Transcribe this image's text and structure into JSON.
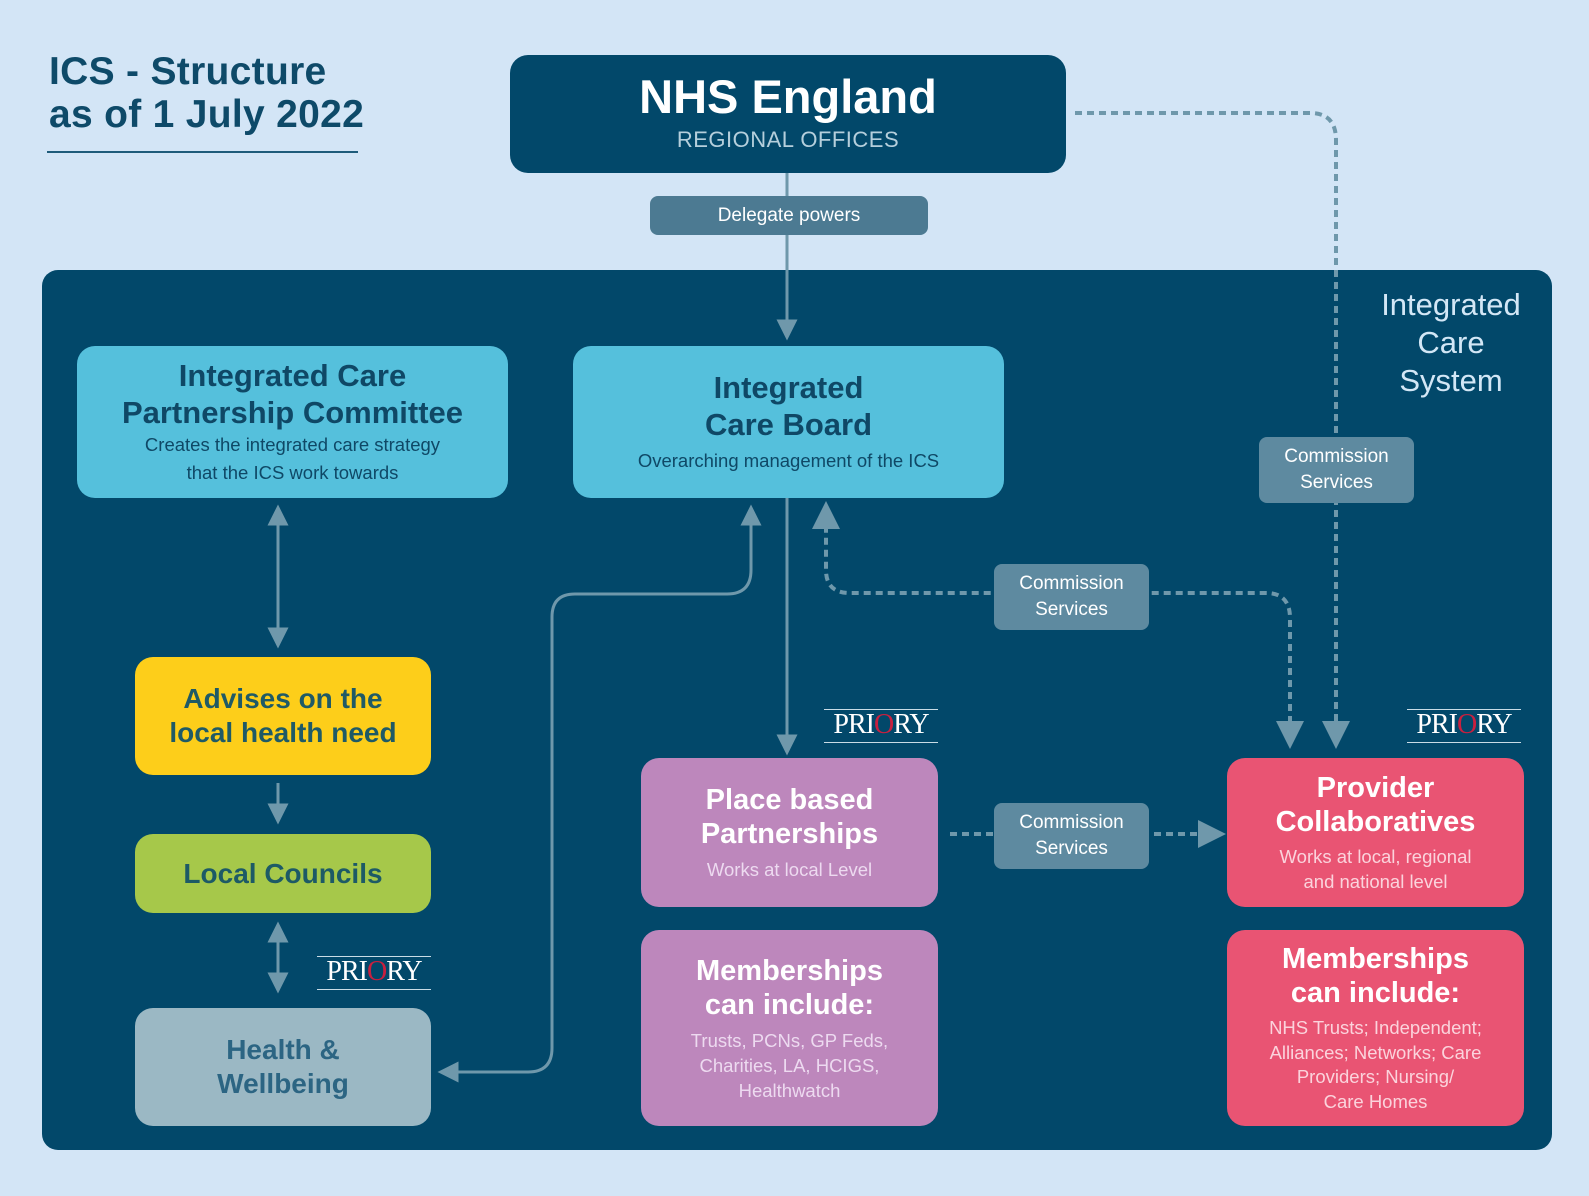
{
  "title": {
    "line1": "ICS - Structure",
    "line2": "as of 1 July 2022"
  },
  "nhs_england": {
    "title": "NHS England",
    "subtitle": "REGIONAL OFFICES"
  },
  "delegate_label": "Delegate powers",
  "ics_label": {
    "line1": "Integrated",
    "line2": "Care",
    "line3": "System"
  },
  "icp": {
    "title_line1": "Integrated Care",
    "title_line2": "Partnership Committee",
    "desc_line1": "Creates the integrated care strategy",
    "desc_line2": "that the ICS work towards"
  },
  "icb": {
    "title_line1": "Integrated",
    "title_line2": "Care Board",
    "desc": "Overarching management of the ICS"
  },
  "advises": {
    "line1": "Advises on the",
    "line2": "local health need"
  },
  "local_councils": "Local Councils",
  "health_wellbeing": {
    "line1": "Health &",
    "line2": "Wellbeing"
  },
  "commission": {
    "line1": "Commission",
    "line2": "Services"
  },
  "place_based": {
    "title_line1": "Place based",
    "title_line2": "Partnerships",
    "desc": "Works at local Level"
  },
  "place_memberships": {
    "title_line1": "Memberships",
    "title_line2": "can include:",
    "desc_line1": "Trusts, PCNs, GP Feds,",
    "desc_line2": "Charities, LA, HCIGS,",
    "desc_line3": "Healthwatch"
  },
  "provider": {
    "title_line1": "Provider",
    "title_line2": "Collaboratives",
    "desc_line1": "Works at local, regional",
    "desc_line2": "and national level"
  },
  "provider_memberships": {
    "title_line1": "Memberships",
    "title_line2": "can include:",
    "desc_line1": "NHS Trusts; Independent;",
    "desc_line2": "Alliances; Networks; Care",
    "desc_line3": "Providers; Nursing/",
    "desc_line4": "Care Homes"
  },
  "logo": {
    "part1": "PRI",
    "part2": "O",
    "part3": "RY"
  },
  "colors": {
    "background": "#d3e5f6",
    "navy": "#02486a",
    "cyan": "#55c0dc",
    "yellow": "#fdce1a",
    "green": "#a6c84a",
    "grey": "#9bb8c4",
    "purple": "#bd87bc",
    "pink": "#e95473",
    "connector": "#6f98ab",
    "logo_red": "#c8203f"
  }
}
